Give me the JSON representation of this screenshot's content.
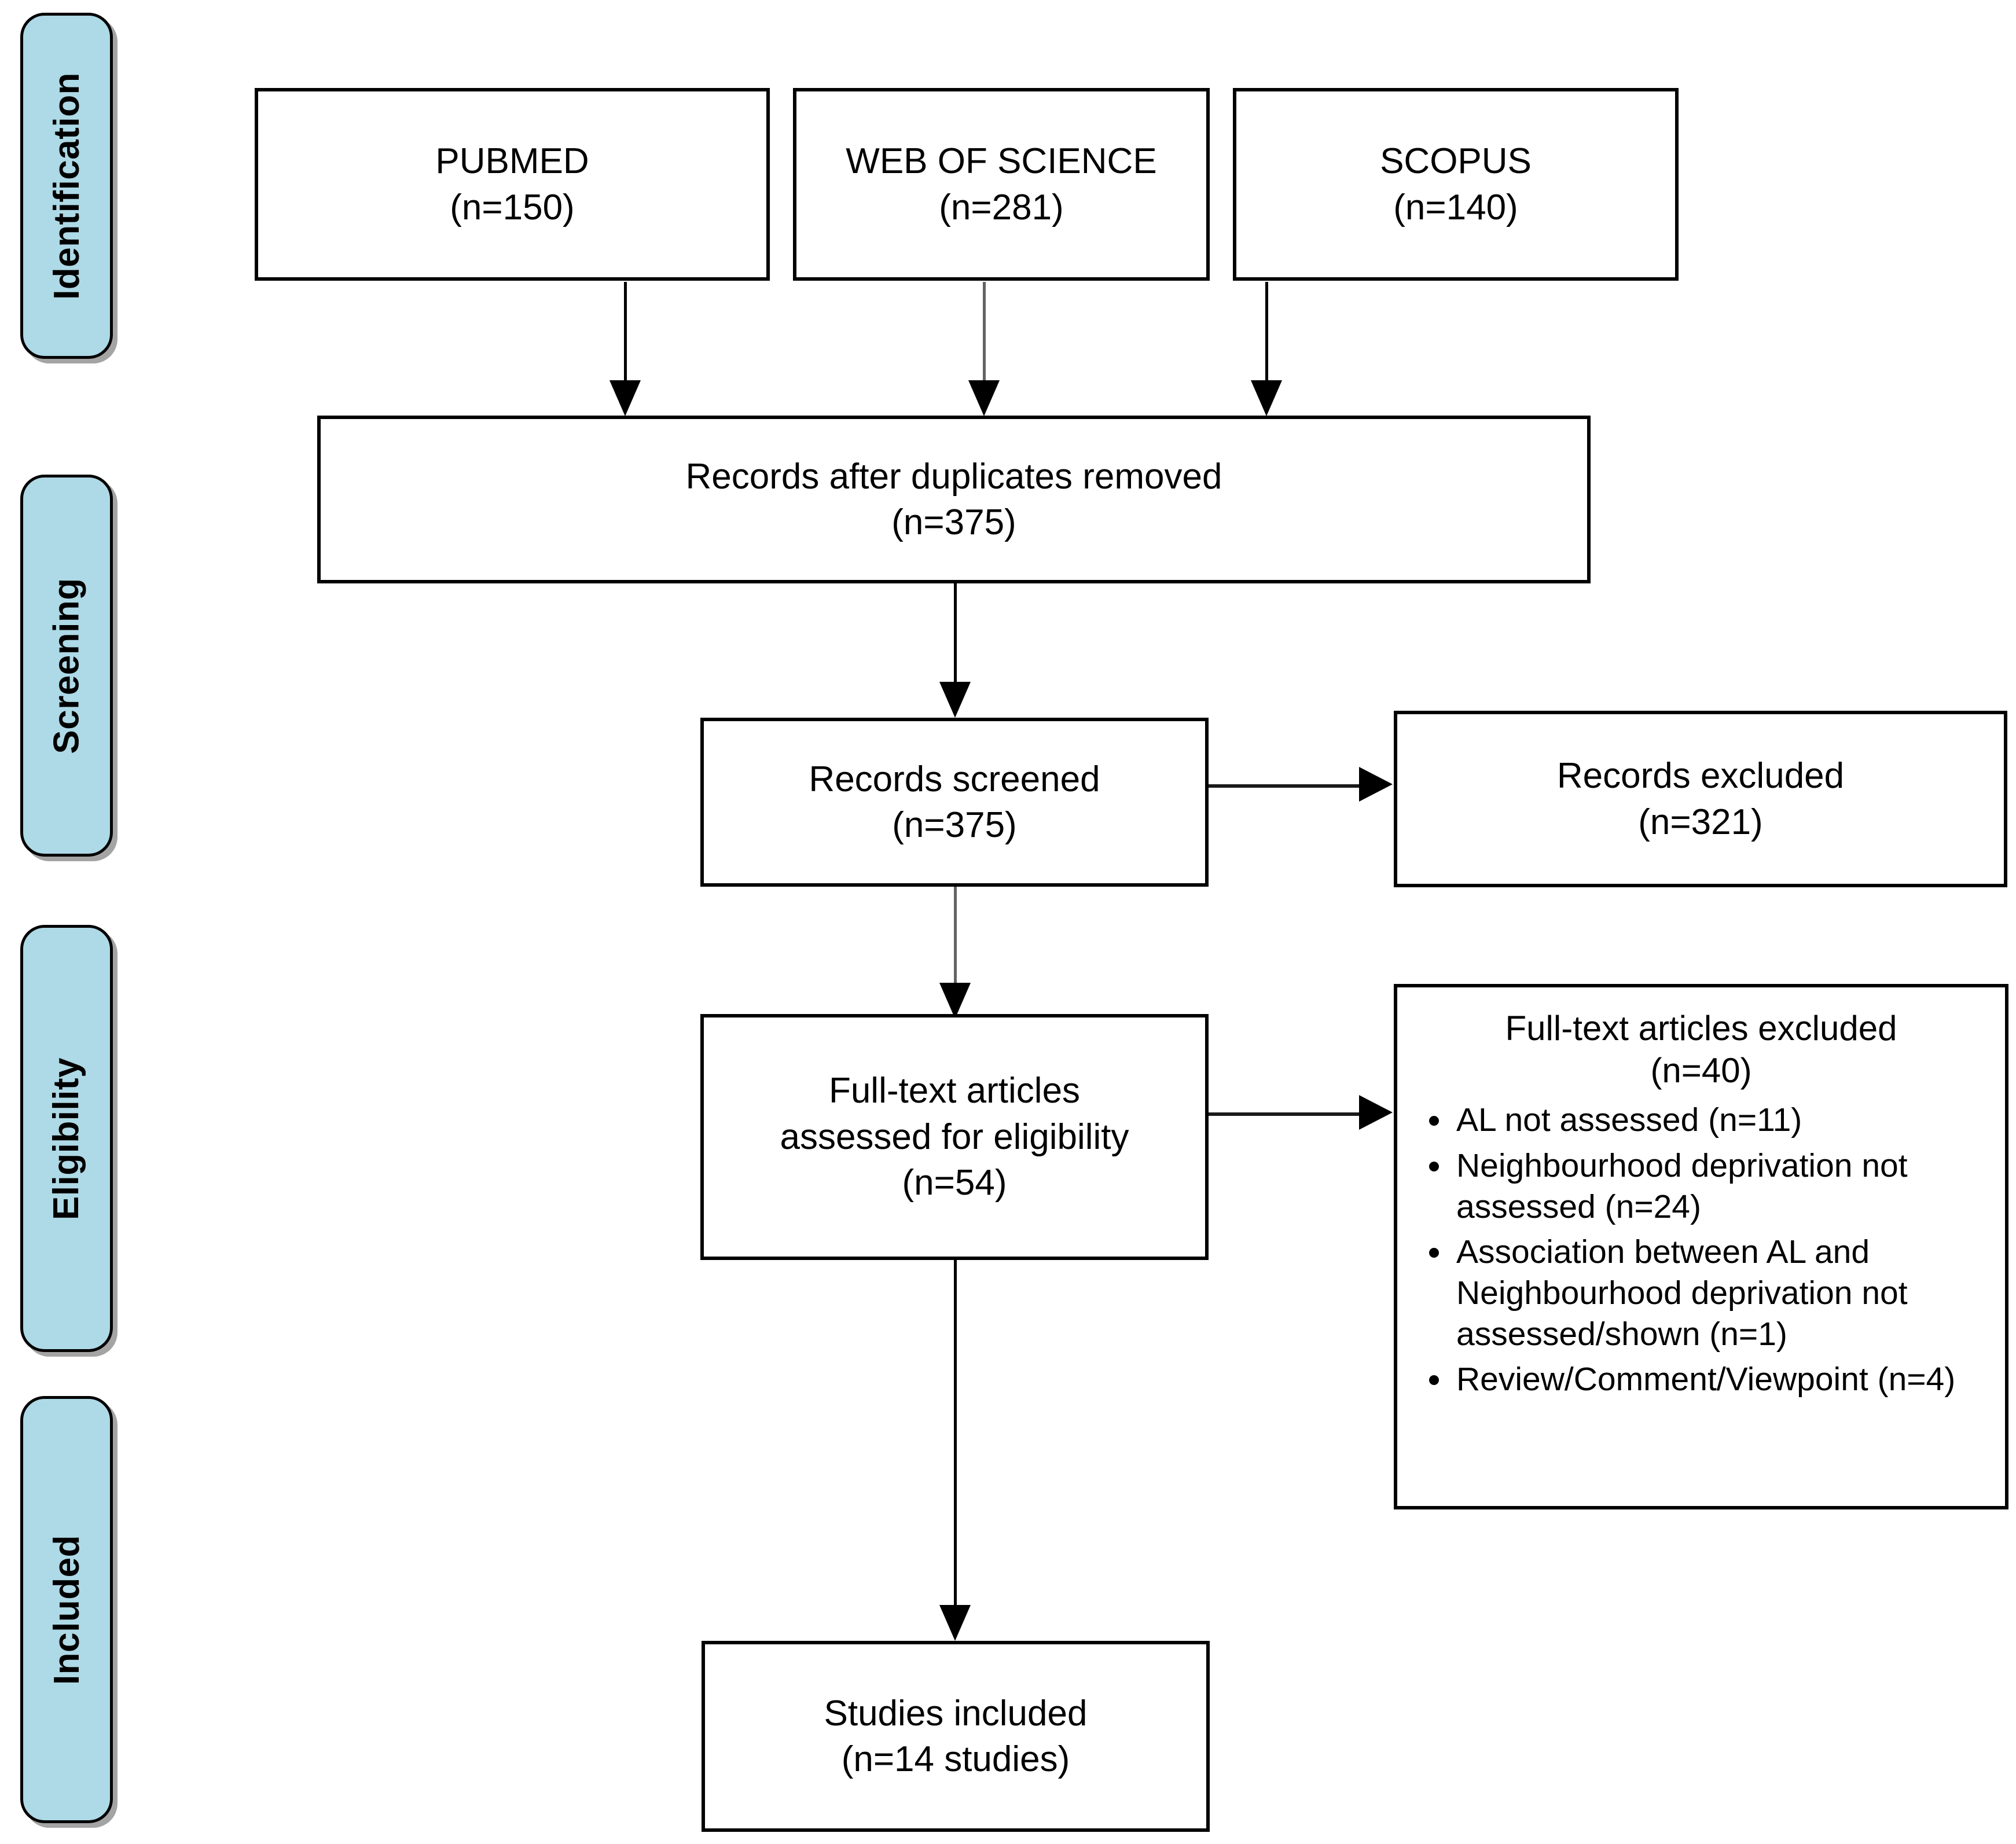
{
  "diagram": {
    "type": "prisma-flow-diagram",
    "colors": {
      "stage_label_fill": "#AED9E6",
      "box_border": "#000000",
      "box_fill": "#FFFFFF",
      "connector_dark": "#000000",
      "connector_gray": "#707070"
    }
  },
  "stages": [
    {
      "id": "identification",
      "label": "Identification"
    },
    {
      "id": "screening",
      "label": "Screening"
    },
    {
      "id": "eligibility",
      "label": "Eligibility"
    },
    {
      "id": "included",
      "label": "Included"
    }
  ],
  "sources": [
    {
      "id": "pubmed",
      "name": "PUBMED",
      "count": "(n=150)"
    },
    {
      "id": "web-of-science",
      "name": "WEB OF SCIENCE",
      "count": "(n=281)"
    },
    {
      "id": "scopus",
      "name": "SCOPUS",
      "count": "(n=140)"
    }
  ],
  "duplicates": {
    "label": "Records after duplicates removed",
    "count": "(n=375)"
  },
  "screened": {
    "label": "Records screened",
    "count": "(n=375)"
  },
  "records_excluded": {
    "label": "Records excluded",
    "count": "(n=321)"
  },
  "eligibility_assessed": {
    "line1": "Full-text articles",
    "line2": "assessed for eligibility",
    "count": "(n=54)"
  },
  "fulltext_excluded": {
    "label": "Full-text articles excluded",
    "count": "(n=40)",
    "reasons": [
      "AL not assessed (n=11)",
      "Neighbourhood deprivation not assessed (n=24)",
      "Association between AL and Neighbourhood deprivation not assessed/shown (n=1)",
      "Review/Comment/Viewpoint (n=4)"
    ]
  },
  "included_studies": {
    "label": "Studies included",
    "count": "(n=14 studies)"
  },
  "chart_data": {
    "type": "flowchart",
    "title": "PRISMA study selection flow",
    "nodes": [
      {
        "id": "pubmed",
        "stage": "Identification",
        "text": "PUBMED",
        "n": 150
      },
      {
        "id": "wos",
        "stage": "Identification",
        "text": "WEB OF SCIENCE",
        "n": 281
      },
      {
        "id": "scopus",
        "stage": "Identification",
        "text": "SCOPUS",
        "n": 140
      },
      {
        "id": "dedup",
        "stage": "Screening",
        "text": "Records after duplicates removed",
        "n": 375
      },
      {
        "id": "screened",
        "stage": "Screening",
        "text": "Records screened",
        "n": 375
      },
      {
        "id": "rec_excl",
        "stage": "Screening",
        "text": "Records excluded",
        "n": 321
      },
      {
        "id": "fulltext",
        "stage": "Eligibility",
        "text": "Full-text articles assessed for eligibility",
        "n": 54
      },
      {
        "id": "ft_excl",
        "stage": "Eligibility",
        "text": "Full-text articles excluded",
        "n": 40
      },
      {
        "id": "included",
        "stage": "Included",
        "text": "Studies included",
        "n": 14
      }
    ],
    "edges": [
      {
        "from": "pubmed",
        "to": "dedup"
      },
      {
        "from": "wos",
        "to": "dedup"
      },
      {
        "from": "scopus",
        "to": "dedup"
      },
      {
        "from": "dedup",
        "to": "screened"
      },
      {
        "from": "screened",
        "to": "rec_excl"
      },
      {
        "from": "screened",
        "to": "fulltext"
      },
      {
        "from": "fulltext",
        "to": "ft_excl"
      },
      {
        "from": "fulltext",
        "to": "included"
      }
    ],
    "exclusion_breakdown": [
      {
        "reason": "AL not assessed",
        "n": 11
      },
      {
        "reason": "Neighbourhood deprivation not assessed",
        "n": 24
      },
      {
        "reason": "Association between AL and Neighbourhood deprivation not assessed/shown",
        "n": 1
      },
      {
        "reason": "Review/Comment/Viewpoint",
        "n": 4
      }
    ]
  }
}
